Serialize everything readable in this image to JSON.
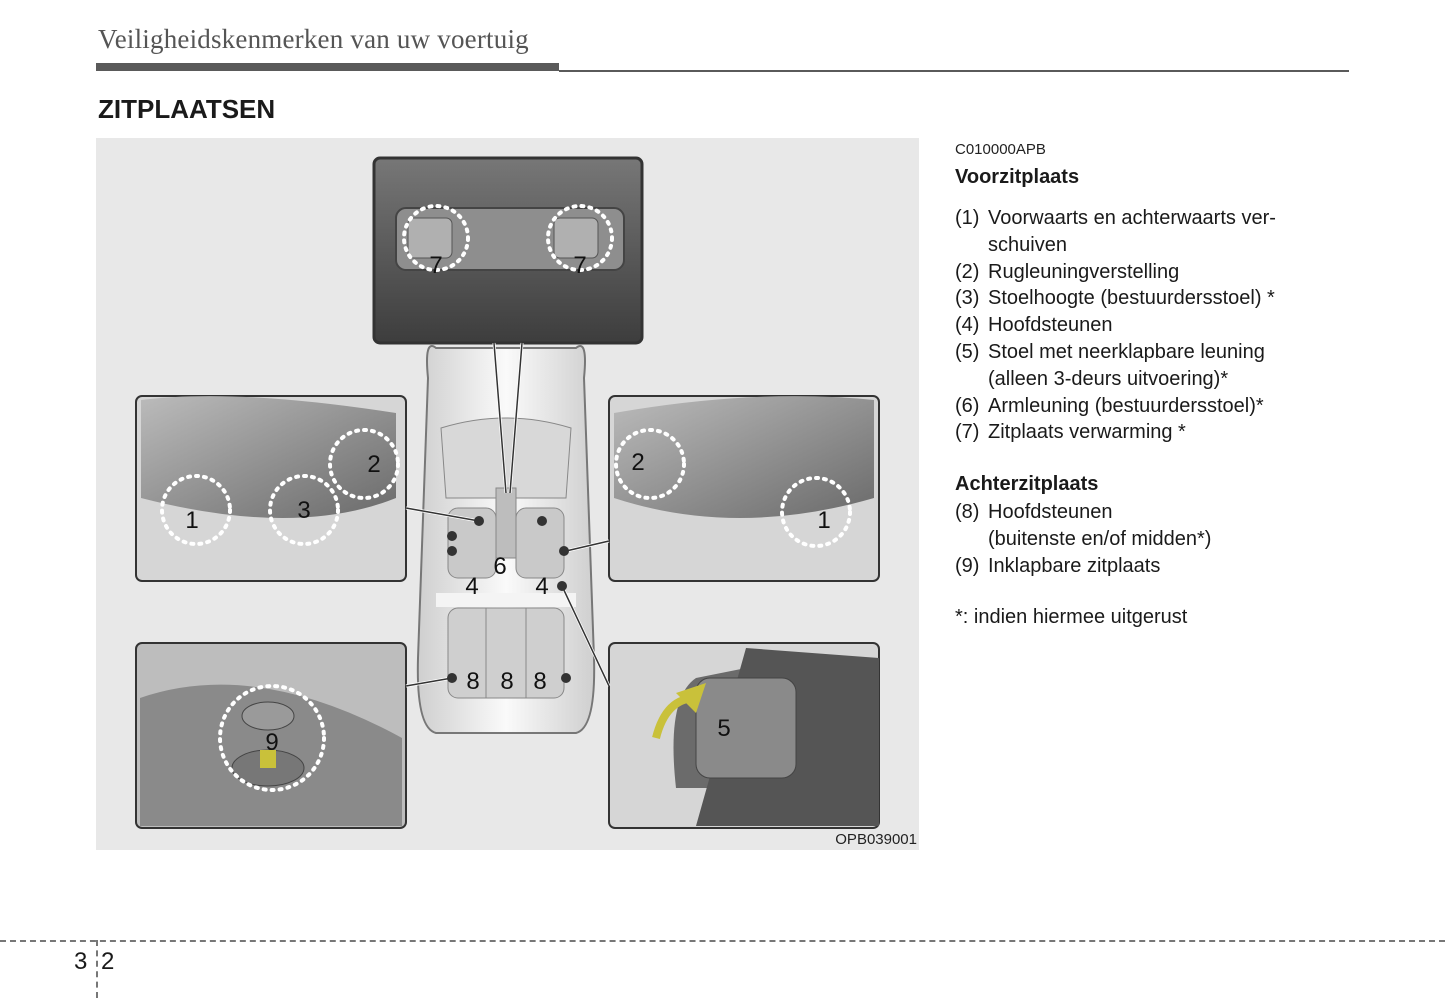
{
  "header": {
    "chapter_title": "Veiligheidskenmerken van uw voertuig"
  },
  "section": {
    "title": "ZITPLAATSEN"
  },
  "figure": {
    "code": "OPB039001",
    "callouts": {
      "n1": "1",
      "n2": "2",
      "n3": "3",
      "n4": "4",
      "n5": "5",
      "n6": "6",
      "n7": "7",
      "n8": "8",
      "n9": "9"
    }
  },
  "content": {
    "code": "C010000APB",
    "front": {
      "heading": "Voorzitplaats",
      "items": [
        {
          "num": "(1)",
          "lines": [
            "Voorwaarts en achterwaarts ver-",
            "schuiven"
          ]
        },
        {
          "num": "(2)",
          "lines": [
            "Rugleuningverstelling"
          ]
        },
        {
          "num": "(3)",
          "lines": [
            "Stoelhoogte (bestuurdersstoel) *"
          ]
        },
        {
          "num": "(4)",
          "lines": [
            "Hoofdsteunen"
          ]
        },
        {
          "num": "(5)",
          "lines": [
            "Stoel met neerklapbare leuning",
            "(alleen 3-deurs uitvoering)*"
          ]
        },
        {
          "num": "(6)",
          "lines": [
            "Armleuning (bestuurdersstoel)*"
          ]
        },
        {
          "num": "(7)",
          "lines": [
            "Zitplaats verwarming *"
          ]
        }
      ]
    },
    "rear": {
      "heading": "Achterzitplaats",
      "items": [
        {
          "num": "(8)",
          "lines": [
            "Hoofdsteunen",
            "(buitenste en/of midden*)"
          ]
        },
        {
          "num": "(9)",
          "lines": [
            "Inklapbare zitplaats"
          ]
        }
      ]
    },
    "note": "*: indien hiermee uitgerust"
  },
  "footer": {
    "page_chapter": "3",
    "page_number": "2"
  }
}
